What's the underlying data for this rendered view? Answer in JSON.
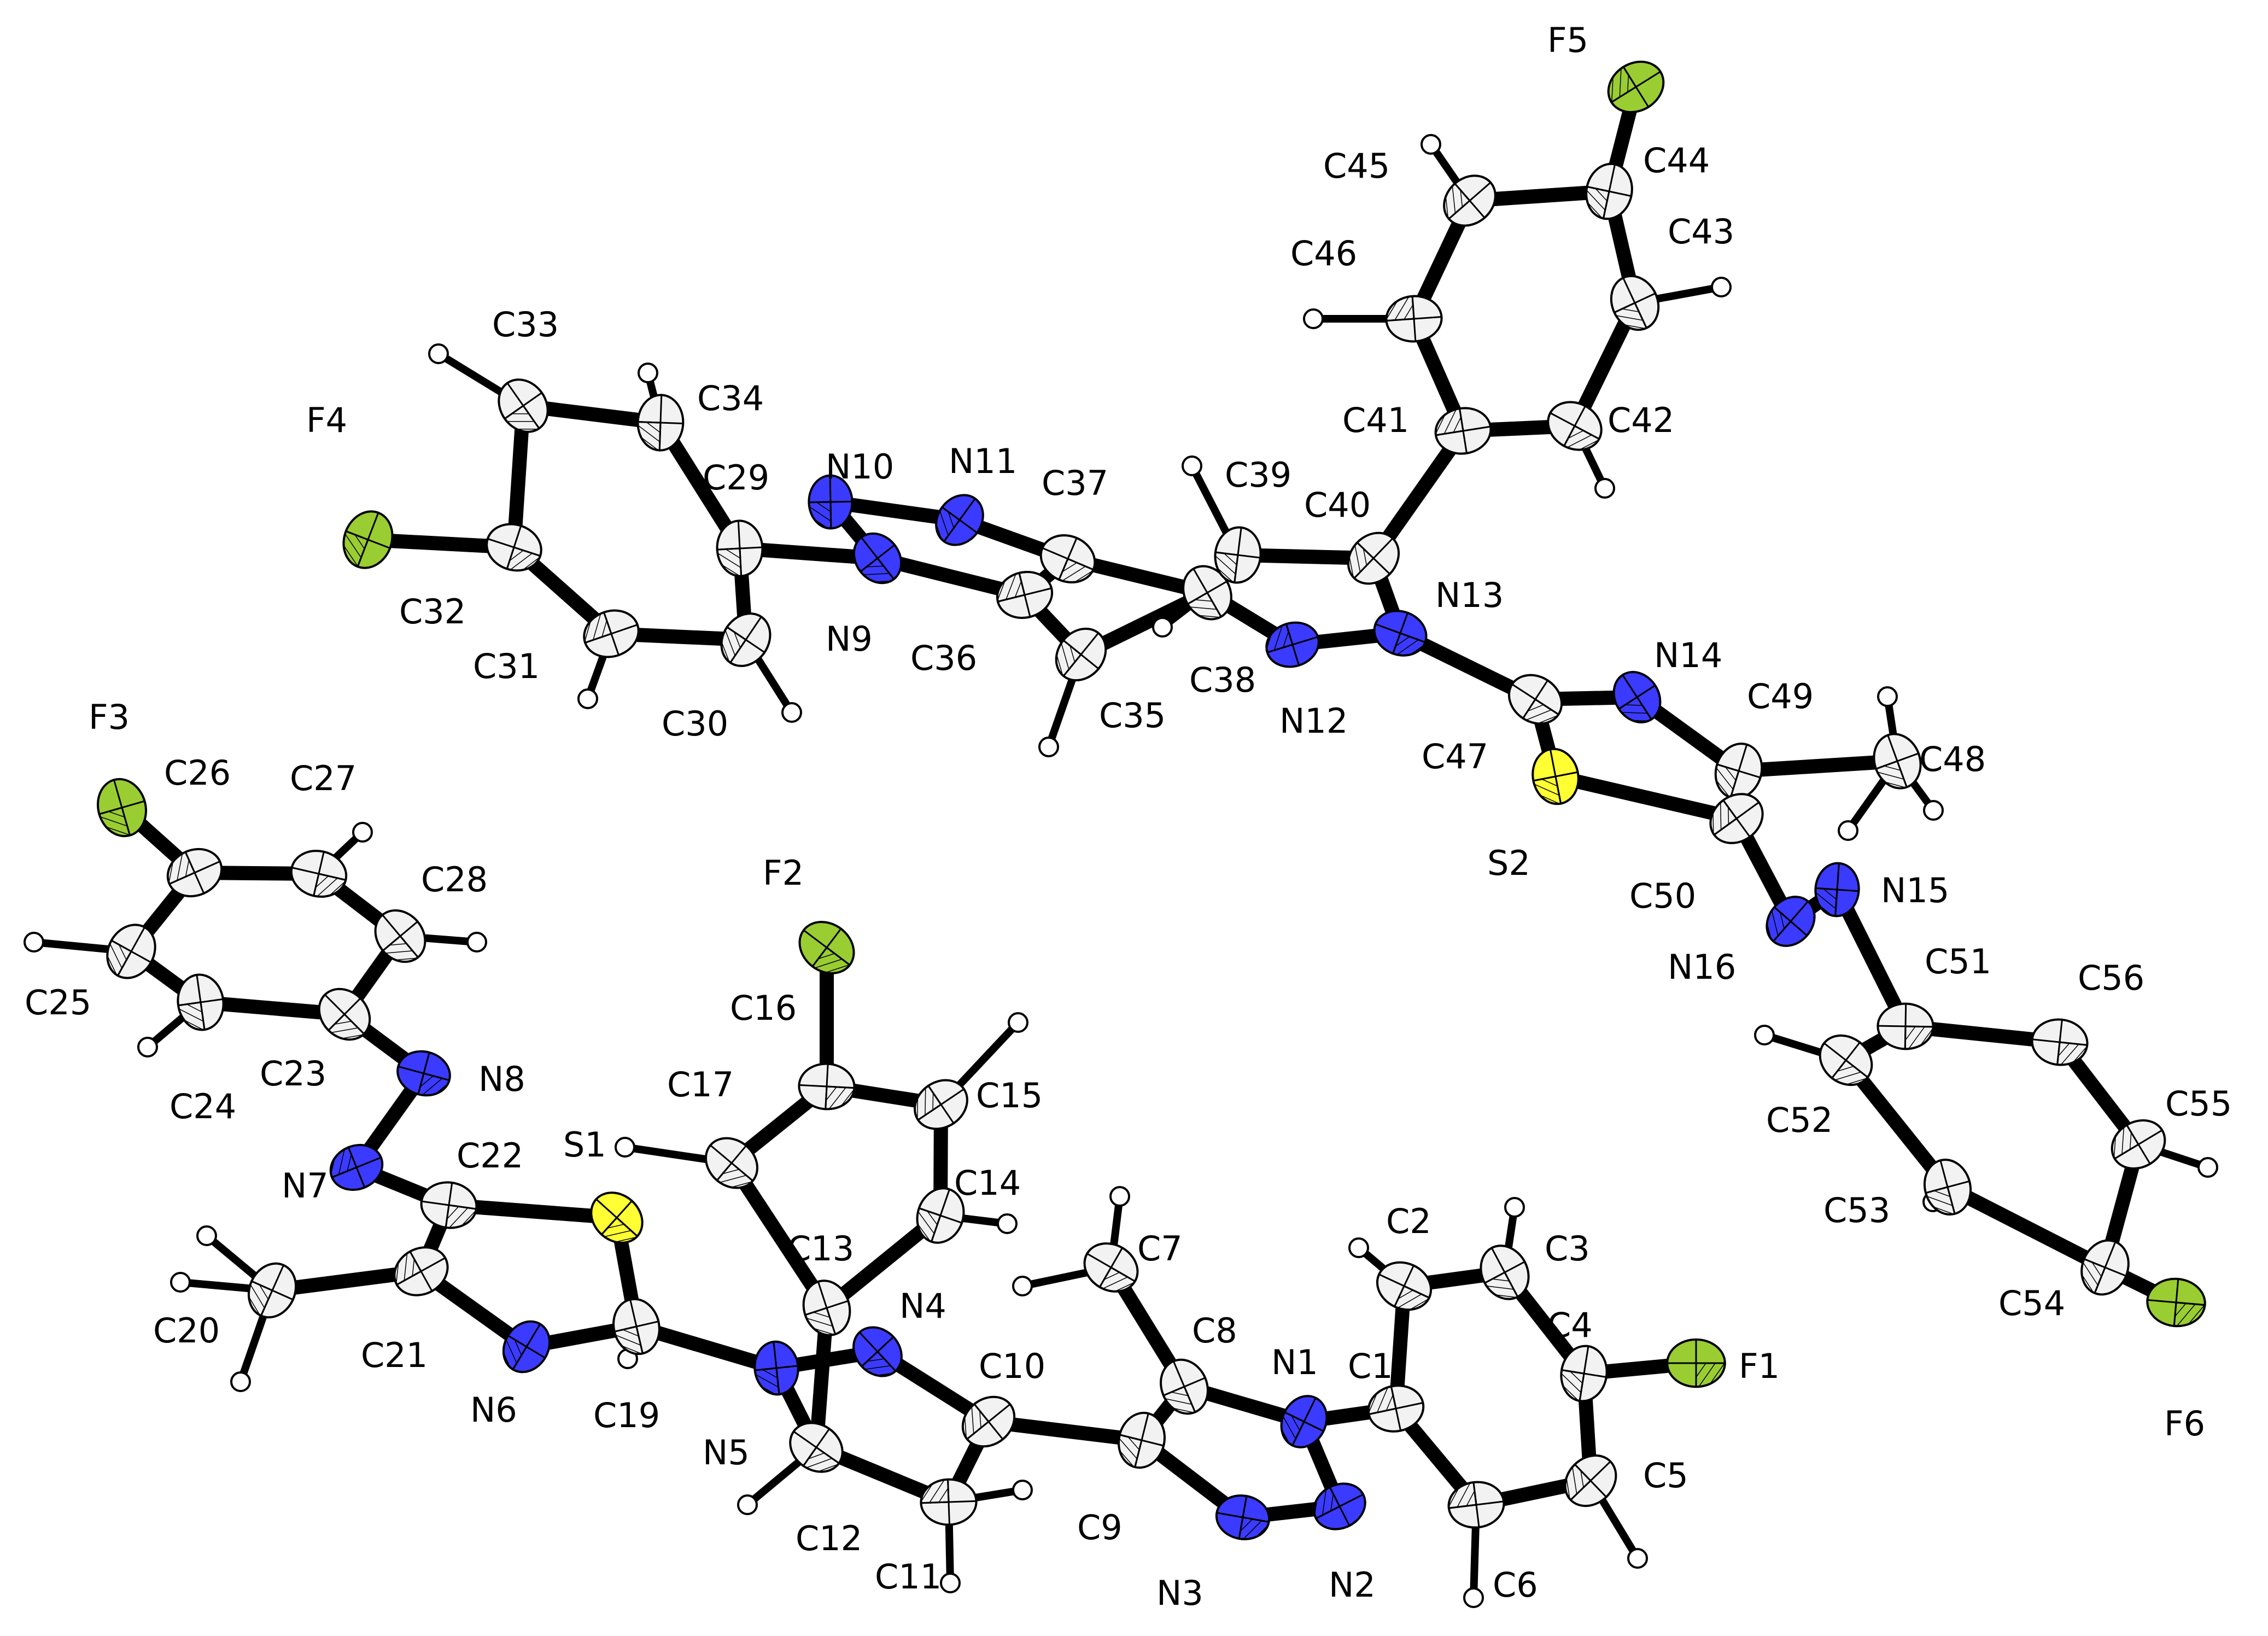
{
  "colors": {
    "C": "#f2f2f2",
    "N": "#3b3bff",
    "S": "#ffff33",
    "F": "#9acd32",
    "H": "#ffffff",
    "bond": "#000000",
    "background": "#ffffff"
  },
  "atoms": [
    {
      "label": "F1",
      "el": "F"
    },
    {
      "label": "F2",
      "el": "F"
    },
    {
      "label": "F3",
      "el": "F"
    },
    {
      "label": "F4",
      "el": "F"
    },
    {
      "label": "F5",
      "el": "F"
    },
    {
      "label": "F6",
      "el": "F"
    },
    {
      "label": "S1",
      "el": "S"
    },
    {
      "label": "S2",
      "el": "S"
    },
    {
      "label": "N1",
      "el": "N"
    },
    {
      "label": "N2",
      "el": "N"
    },
    {
      "label": "N3",
      "el": "N"
    },
    {
      "label": "N4",
      "el": "N"
    },
    {
      "label": "N5",
      "el": "N"
    },
    {
      "label": "N6",
      "el": "N"
    },
    {
      "label": "N7",
      "el": "N"
    },
    {
      "label": "N8",
      "el": "N"
    },
    {
      "label": "N9",
      "el": "N"
    },
    {
      "label": "N10",
      "el": "N"
    },
    {
      "label": "N11",
      "el": "N"
    },
    {
      "label": "N12",
      "el": "N"
    },
    {
      "label": "N13",
      "el": "N"
    },
    {
      "label": "N14",
      "el": "N"
    },
    {
      "label": "N15",
      "el": "N"
    },
    {
      "label": "N16",
      "el": "N"
    },
    {
      "label": "C1",
      "el": "C"
    },
    {
      "label": "C2",
      "el": "C"
    },
    {
      "label": "C3",
      "el": "C"
    },
    {
      "label": "C4",
      "el": "C"
    },
    {
      "label": "C5",
      "el": "C"
    },
    {
      "label": "C6",
      "el": "C"
    },
    {
      "label": "C7",
      "el": "C"
    },
    {
      "label": "C8",
      "el": "C"
    },
    {
      "label": "C9",
      "el": "C"
    },
    {
      "label": "C10",
      "el": "C"
    },
    {
      "label": "C11",
      "el": "C"
    },
    {
      "label": "C12",
      "el": "C"
    },
    {
      "label": "C13",
      "el": "C"
    },
    {
      "label": "C14",
      "el": "C"
    },
    {
      "label": "C15",
      "el": "C"
    },
    {
      "label": "C16",
      "el": "C"
    },
    {
      "label": "C17",
      "el": "C"
    },
    {
      "label": "C19",
      "el": "C"
    },
    {
      "label": "C20",
      "el": "C"
    },
    {
      "label": "C21",
      "el": "C"
    },
    {
      "label": "C22",
      "el": "C"
    },
    {
      "label": "C23",
      "el": "C"
    },
    {
      "label": "C24",
      "el": "C"
    },
    {
      "label": "C25",
      "el": "C"
    },
    {
      "label": "C26",
      "el": "C"
    },
    {
      "label": "C27",
      "el": "C"
    },
    {
      "label": "C28",
      "el": "C"
    },
    {
      "label": "C29",
      "el": "C"
    },
    {
      "label": "C30",
      "el": "C"
    },
    {
      "label": "C31",
      "el": "C"
    },
    {
      "label": "C32",
      "el": "C"
    },
    {
      "label": "C33",
      "el": "C"
    },
    {
      "label": "C34",
      "el": "C"
    },
    {
      "label": "C35",
      "el": "C"
    },
    {
      "label": "C36",
      "el": "C"
    },
    {
      "label": "C37",
      "el": "C"
    },
    {
      "label": "C38",
      "el": "C"
    },
    {
      "label": "C39",
      "el": "C"
    },
    {
      "label": "C40",
      "el": "C"
    },
    {
      "label": "C41",
      "el": "C"
    },
    {
      "label": "C42",
      "el": "C"
    },
    {
      "label": "C43",
      "el": "C"
    },
    {
      "label": "C44",
      "el": "C"
    },
    {
      "label": "C45",
      "el": "C"
    },
    {
      "label": "C46",
      "el": "C"
    },
    {
      "label": "C47",
      "el": "C"
    },
    {
      "label": "C48",
      "el": "C"
    },
    {
      "label": "C49",
      "el": "C"
    },
    {
      "label": "C50",
      "el": "C"
    },
    {
      "label": "C51",
      "el": "C"
    },
    {
      "label": "C52",
      "el": "C"
    },
    {
      "label": "C53",
      "el": "C"
    },
    {
      "label": "C54",
      "el": "C"
    },
    {
      "label": "C55",
      "el": "C"
    },
    {
      "label": "C56",
      "el": "C"
    }
  ],
  "bonds": [
    [
      "F1",
      "C4"
    ],
    [
      "C1",
      "C2"
    ],
    [
      "C2",
      "C3"
    ],
    [
      "C3",
      "C4"
    ],
    [
      "C4",
      "C5"
    ],
    [
      "C5",
      "C6"
    ],
    [
      "C6",
      "C1"
    ],
    [
      "C1",
      "N1"
    ],
    [
      "N1",
      "N2"
    ],
    [
      "N2",
      "N3"
    ],
    [
      "N3",
      "C9"
    ],
    [
      "C9",
      "C8"
    ],
    [
      "C8",
      "N1"
    ],
    [
      "C8",
      "C7"
    ],
    [
      "C9",
      "C10"
    ],
    [
      "C10",
      "N4"
    ],
    [
      "C10",
      "C11"
    ],
    [
      "C11",
      "C12"
    ],
    [
      "C12",
      "N5"
    ],
    [
      "N5",
      "N4"
    ],
    [
      "C12",
      "C13"
    ],
    [
      "C13",
      "C14"
    ],
    [
      "C14",
      "C15"
    ],
    [
      "C15",
      "C16"
    ],
    [
      "C16",
      "F2"
    ],
    [
      "C16",
      "C17"
    ],
    [
      "C17",
      "C13"
    ],
    [
      "N5",
      "C19"
    ],
    [
      "C19",
      "S1"
    ],
    [
      "S1",
      "C22"
    ],
    [
      "C22",
      "C21"
    ],
    [
      "C21",
      "N6"
    ],
    [
      "N6",
      "C19"
    ],
    [
      "C21",
      "C20"
    ],
    [
      "C22",
      "N7"
    ],
    [
      "N7",
      "N8"
    ],
    [
      "N8",
      "C23"
    ],
    [
      "C23",
      "C24"
    ],
    [
      "C24",
      "C25"
    ],
    [
      "C25",
      "C26"
    ],
    [
      "C26",
      "F3"
    ],
    [
      "C26",
      "C27"
    ],
    [
      "C27",
      "C28"
    ],
    [
      "C28",
      "C23"
    ],
    [
      "C29",
      "C30"
    ],
    [
      "C30",
      "C31"
    ],
    [
      "C31",
      "C32"
    ],
    [
      "C32",
      "F4"
    ],
    [
      "C32",
      "C33"
    ],
    [
      "C33",
      "C34"
    ],
    [
      "C34",
      "C29"
    ],
    [
      "C29",
      "N9"
    ],
    [
      "N9",
      "N10"
    ],
    [
      "N10",
      "N11"
    ],
    [
      "N11",
      "C37"
    ],
    [
      "N9",
      "C36"
    ],
    [
      "C36",
      "C37"
    ],
    [
      "C36",
      "C35"
    ],
    [
      "C37",
      "C38"
    ],
    [
      "C38",
      "C35"
    ],
    [
      "C38",
      "N12"
    ],
    [
      "N12",
      "N13"
    ],
    [
      "C38",
      "C39"
    ],
    [
      "C39",
      "C40"
    ],
    [
      "C40",
      "N13"
    ],
    [
      "C40",
      "C41"
    ],
    [
      "C41",
      "C42"
    ],
    [
      "C42",
      "C43"
    ],
    [
      "C43",
      "C44"
    ],
    [
      "C44",
      "F5"
    ],
    [
      "C44",
      "C45"
    ],
    [
      "C45",
      "C46"
    ],
    [
      "C46",
      "C41"
    ],
    [
      "N13",
      "C47"
    ],
    [
      "C47",
      "N14"
    ],
    [
      "N14",
      "C49"
    ],
    [
      "C49",
      "C50"
    ],
    [
      "C50",
      "S2"
    ],
    [
      "S2",
      "C47"
    ],
    [
      "C49",
      "C48"
    ],
    [
      "C50",
      "N16"
    ],
    [
      "N16",
      "N15"
    ],
    [
      "N15",
      "C51"
    ],
    [
      "C51",
      "C52"
    ],
    [
      "C52",
      "C53"
    ],
    [
      "C53",
      "C54"
    ],
    [
      "C54",
      "F6"
    ],
    [
      "C54",
      "C55"
    ],
    [
      "C55",
      "C56"
    ],
    [
      "C56",
      "C51"
    ]
  ]
}
